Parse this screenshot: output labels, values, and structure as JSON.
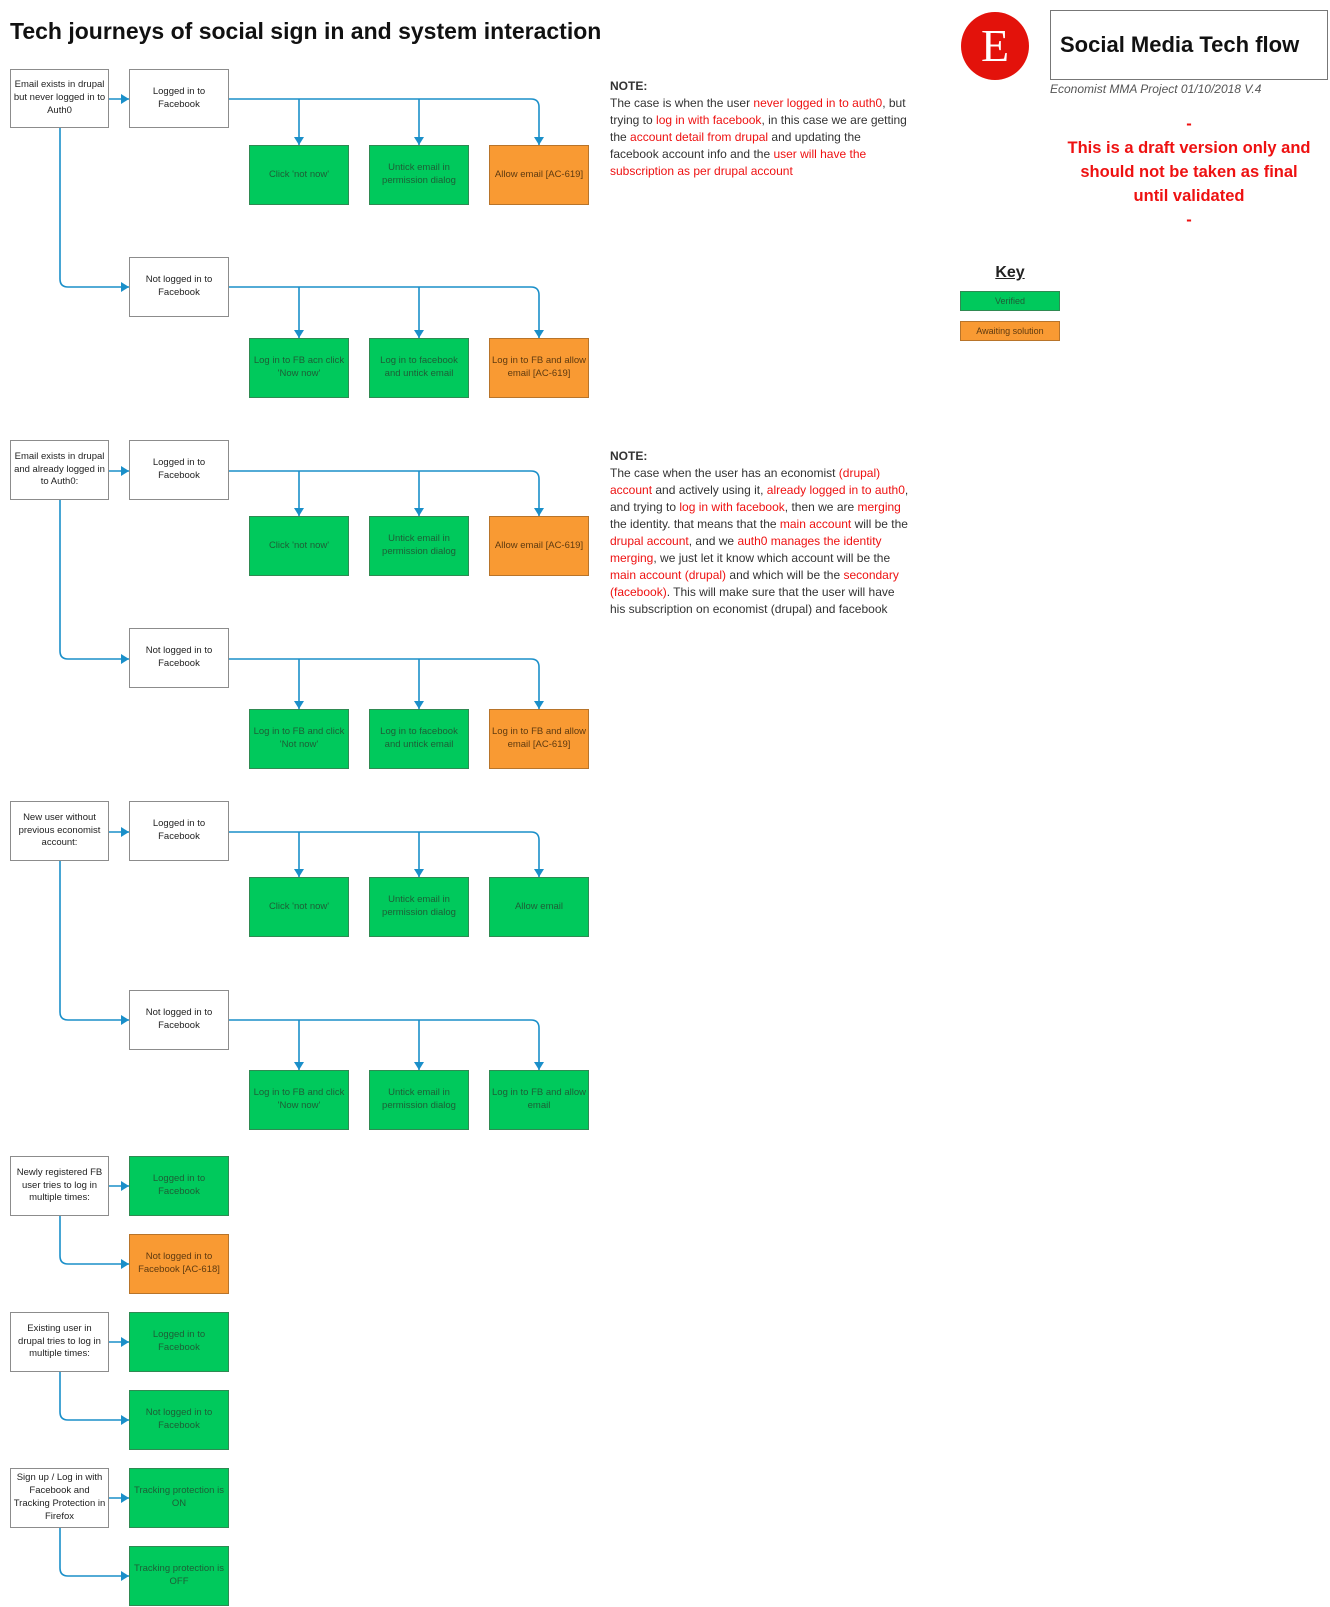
{
  "title": "Tech journeys of social sign in and system interaction",
  "header": {
    "logo_letter": "E",
    "box_title": "Social Media Tech flow",
    "subtitle": "Economist MMA Project 01/10/2018 V.4",
    "dash_top": "-",
    "draft_line1": "This is a draft version only and",
    "draft_line2": "should not be taken as final",
    "draft_line3": "until validated",
    "dash_bottom": "-"
  },
  "key": {
    "title": "Key",
    "verified_label": "Verified",
    "awaiting_label": "Awaiting solution",
    "verified_color": "#00c95c",
    "awaiting_color": "#f99a33"
  },
  "wire_color": "#1a8fc9",
  "notes": {
    "note1": {
      "heading": "NOTE:",
      "segments": [
        {
          "t": "The case is when the user ",
          "red": false
        },
        {
          "t": "never logged in to auth0",
          "red": true
        },
        {
          "t": ", but trying to ",
          "red": false
        },
        {
          "t": "log in with facebook",
          "red": true
        },
        {
          "t": ", in this case we are getting the ",
          "red": false
        },
        {
          "t": "account detail from drupal",
          "red": true
        },
        {
          "t": " and updating the facebook account info and the ",
          "red": false
        },
        {
          "t": "user will have the subscription as per drupal account",
          "red": true
        }
      ]
    },
    "note2": {
      "heading": "NOTE:",
      "segments": [
        {
          "t": "The case when the user has an economist ",
          "red": false
        },
        {
          "t": "(drupal) account",
          "red": true
        },
        {
          "t": " and actively using it, ",
          "red": false
        },
        {
          "t": "already logged in to auth0",
          "red": true
        },
        {
          "t": ", and trying to ",
          "red": false
        },
        {
          "t": "log in with facebook",
          "red": true
        },
        {
          "t": ", then we are ",
          "red": false
        },
        {
          "t": "merging",
          "red": true
        },
        {
          "t": " the identity. that means that the ",
          "red": false
        },
        {
          "t": "main account",
          "red": true
        },
        {
          "t": " will be the ",
          "red": false
        },
        {
          "t": "drupal account",
          "red": true
        },
        {
          "t": ", and we ",
          "red": false
        },
        {
          "t": "auth0 manages the identity merging",
          "red": true
        },
        {
          "t": ", we just let it know which account will be the ",
          "red": false
        },
        {
          "t": "main account (drupal)",
          "red": true
        },
        {
          "t": " and which will be the ",
          "red": false
        },
        {
          "t": "secondary (facebook)",
          "red": true
        },
        {
          "t": ". This will make sure that the user will have his subscription on economist (drupal) and facebook",
          "red": false
        }
      ]
    }
  },
  "journeys": {
    "j1": {
      "start": "Email exists in drupal but never logged in to Auth0",
      "logged_in": "Logged in to Facebook",
      "logged_in_outcomes": [
        "Click 'not now'",
        "Untick email in permission dialog",
        "Allow email [AC-619]"
      ],
      "not_logged_in": "Not logged in to Facebook",
      "not_logged_in_outcomes": [
        "Log in to FB acn click 'Now now'",
        "Log in to facebook and untick email",
        "Log in to FB and allow email [AC-619]"
      ]
    },
    "j2": {
      "start": "Email exists in drupal and already logged in to Auth0:",
      "logged_in": "Logged in to Facebook",
      "logged_in_outcomes": [
        "Click 'not now'",
        "Untick email in permission dialog",
        "Allow email [AC-619]"
      ],
      "not_logged_in": "Not logged in to Facebook",
      "not_logged_in_outcomes": [
        "Log in to FB and click 'Not now'",
        "Log in to facebook and untick email",
        "Log in to FB and allow email [AC-619]"
      ]
    },
    "j3": {
      "start": "New user without previous economist account:",
      "logged_in": "Logged in to Facebook",
      "logged_in_outcomes": [
        "Click 'not now'",
        "Untick email in permission dialog",
        "Allow email"
      ],
      "not_logged_in": "Not logged in to Facebook",
      "not_logged_in_outcomes": [
        "Log in to FB and click 'Now now'",
        "Untick email in permission dialog",
        "Log in to FB and allow email"
      ]
    },
    "j4": {
      "start": "Newly registered FB user tries to log in multiple times:",
      "a": "Logged in to Facebook",
      "b": "Not logged in to Facebook [AC-618]"
    },
    "j5": {
      "start": "Existing user in drupal tries to log in multiple times:",
      "a": "Logged in to Facebook",
      "b": "Not logged in to Facebook"
    },
    "j6": {
      "start": "Sign up / Log in with Facebook and Tracking Protection in Firefox",
      "a": "Tracking protection is ON",
      "b": "Tracking protection is OFF"
    }
  }
}
